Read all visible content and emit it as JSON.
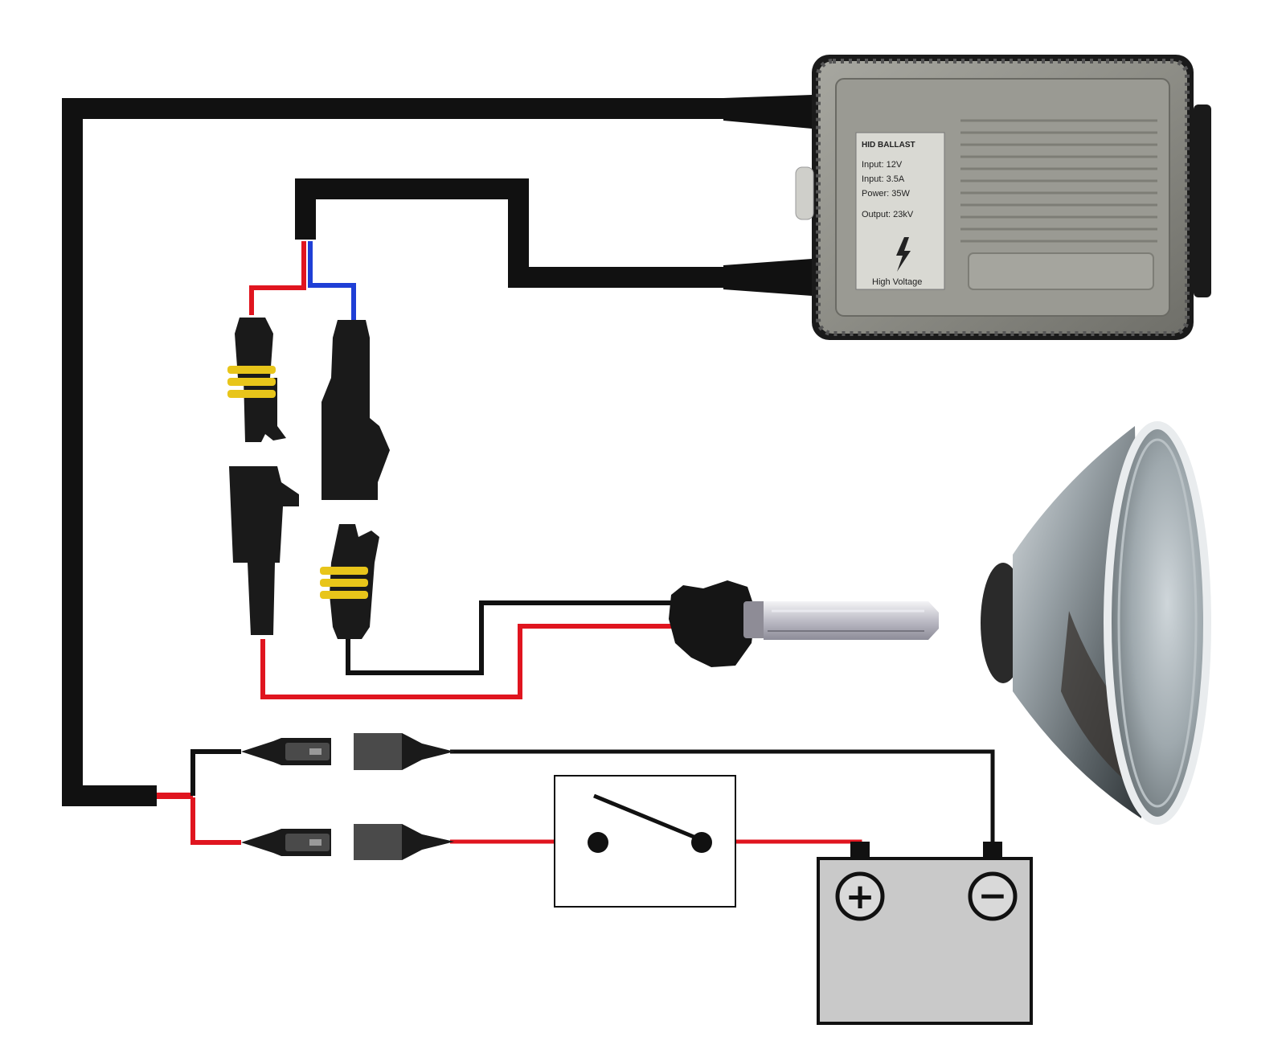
{
  "colors": {
    "background": "#ffffff",
    "power_wire": "#111111",
    "positive_wire": "#e0151f",
    "negative_wire_blue": "#1f3fd6",
    "connector": "#1a1a1a",
    "connector_yellow": "#e8c51a",
    "battery_body": "#c9c9c9",
    "ballast_body": "#8c8c86",
    "headlamp_glass": "#9aa3a8"
  },
  "ballast": {
    "title": "HID BALLAST",
    "spec_lines": [
      "Input: 12V",
      "Input: 3.5A",
      "Power: 35W",
      "Output: 23kV"
    ],
    "warning": "High Voltage"
  },
  "battery": {
    "positive_symbol": "+",
    "negative_symbol": "−"
  },
  "icons": {
    "switch": "switch-icon",
    "battery": "battery-icon",
    "bulb": "hid-bulb-icon",
    "headlamp": "headlamp-icon",
    "ballast": "ballast-icon",
    "lightning": "high-voltage-icon"
  }
}
